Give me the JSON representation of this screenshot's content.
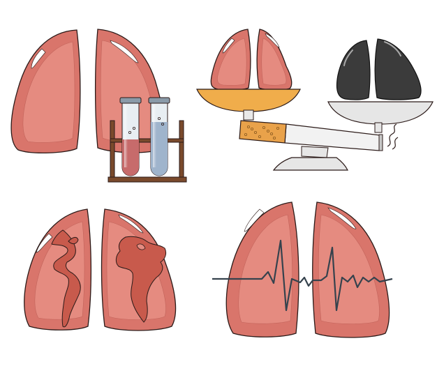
{
  "canvas": {
    "background": "#ffffff"
  },
  "colors": {
    "lung_fill": "#d9756b",
    "lung_inner": "#e58b80",
    "lung_stroke": "#2b1a18",
    "highlight": "#ffffff",
    "smoker_lung": "#3b3b3b",
    "tray_orange": "#f0ad4b",
    "tray_silver": "#e6e6e6",
    "cigarette_filter": "#e9a24a",
    "cigarette_paper": "#f2f2f2",
    "rack_wood": "#7a4a2c",
    "tube_red": "#c76b6b",
    "tube_blue": "#9fb4cc",
    "ecg_line": "#35424d",
    "continent": "#c85a4c"
  },
  "panels": [
    {
      "id": "lungs-test-tubes",
      "icon": "test-tubes-rack"
    },
    {
      "id": "healthy-vs-smoker-scale",
      "icon": "cigarette-balance-scale"
    },
    {
      "id": "lungs-world-map",
      "icon": "continents"
    },
    {
      "id": "lungs-heartbeat",
      "icon": "ecg-line"
    }
  ]
}
